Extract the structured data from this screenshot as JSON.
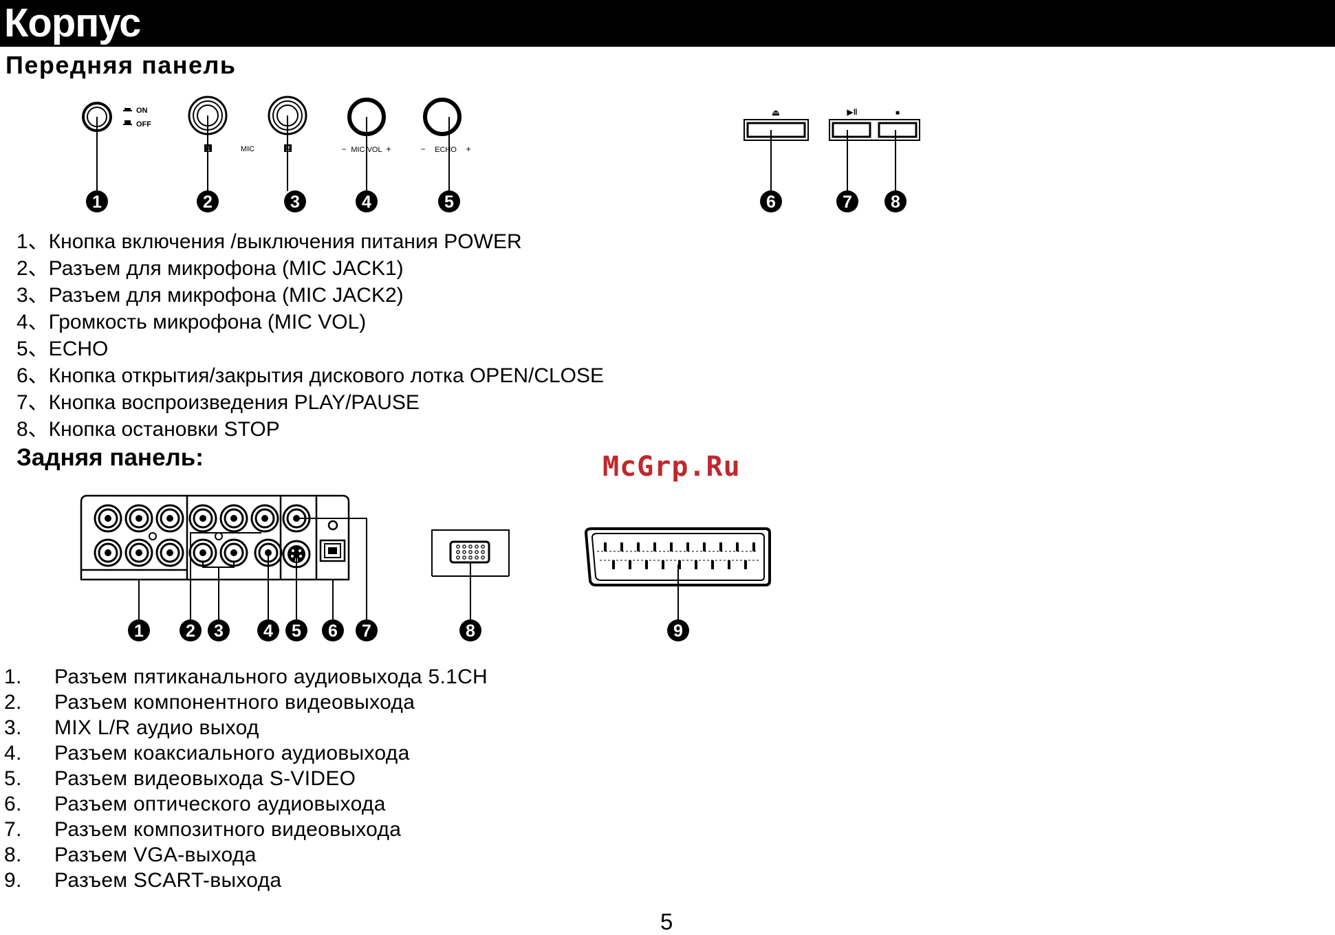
{
  "header": {
    "title": "Корпус"
  },
  "front": {
    "title": "Передняя панель",
    "panel_labels": {
      "on": "ON",
      "off": "OFF",
      "mic": "MIC",
      "jack1": "1",
      "jack2": "2",
      "mic_vol": "MIC VOL",
      "echo": "ECHO",
      "minus": "−",
      "plus": "+",
      "eject_symbol": "⏏",
      "play_pause_symbol": "▶ǁ",
      "stop_symbol": "■"
    },
    "callouts": [
      "1",
      "2",
      "3",
      "4",
      "5",
      "6",
      "7",
      "8"
    ],
    "items": [
      "1、Кнопка включения /выключения питания POWER",
      "2、Разъем для микрофона (MIC JACK1)",
      "3、Разъем для микрофона (MIC JACK2)",
      "4、Громкость микрофона (MIC VOL)",
      "5、ECHO",
      "6、Кнопка открытия/закрытия дискового лотка OPEN/CLOSE",
      "7、Кнопка воспроизведения PLAY/PAUSE",
      "8、Кнопка остановки STOP"
    ]
  },
  "rear": {
    "title": "Задняя панель:",
    "callouts": [
      "1",
      "2",
      "3",
      "4",
      "5",
      "6",
      "7",
      "8",
      "9"
    ],
    "items": [
      {
        "num": "1.",
        "text": "Разъем пятиканального аудиовыхода 5.1CH"
      },
      {
        "num": "2.",
        "text": "Разъем компонентного видеовыхода"
      },
      {
        "num": "3.",
        "text": "MIX L/R аудио выход"
      },
      {
        "num": "4.",
        "text": "Разъем коаксиального аудиовыхода"
      },
      {
        "num": "5.",
        "text": "Разъем видеовыхода S-VIDEO"
      },
      {
        "num": "6.",
        "text": "Разъем оптического аудиовыхода"
      },
      {
        "num": "7.",
        "text": "Разъем композитного видеовыхода"
      },
      {
        "num": "8.",
        "text": "Разъем VGA-выхода"
      },
      {
        "num": "9.",
        "text": "Разъем SCART-выхода"
      }
    ]
  },
  "watermark": "McGrp.Ru",
  "page_number": "5"
}
